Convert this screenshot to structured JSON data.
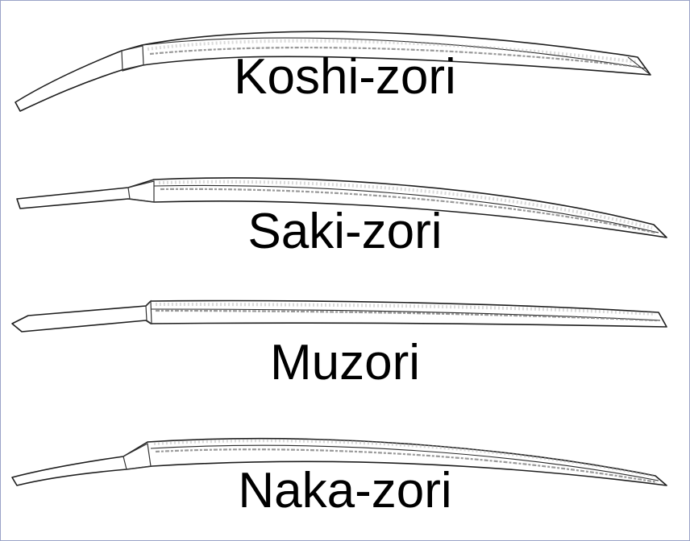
{
  "swords": [
    {
      "id": "koshi",
      "label": "Koshi-zori",
      "icon": "koshi-zori-sword-icon"
    },
    {
      "id": "saki",
      "label": "Saki-zori",
      "icon": "saki-zori-sword-icon"
    },
    {
      "id": "muzori",
      "label": "Muzori",
      "icon": "muzori-sword-icon"
    },
    {
      "id": "naka",
      "label": "Naka-zori",
      "icon": "naka-zori-sword-icon"
    }
  ],
  "colors": {
    "border": "#9aa3c7",
    "outline": "#1e1e1e",
    "text": "#000000"
  }
}
